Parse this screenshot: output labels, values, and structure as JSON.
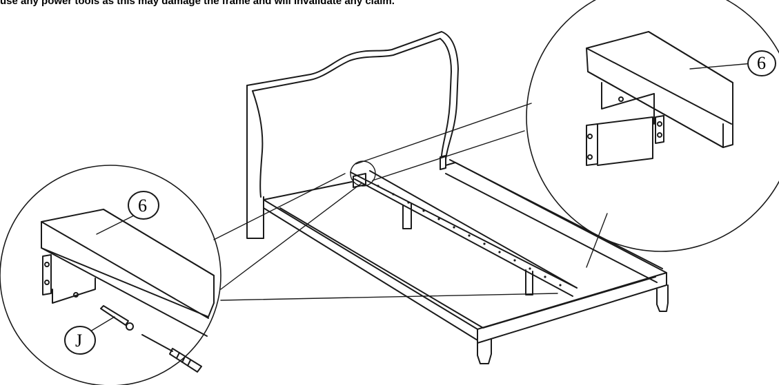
{
  "instruction_text": "use any power tools as this may damage the frame and will invalidate any claim.",
  "callouts": {
    "part_6_top": "6",
    "part_6_bottom": "6",
    "part_j": "J"
  },
  "colors": {
    "line": "#1a1a1a",
    "background": "#ffffff"
  }
}
